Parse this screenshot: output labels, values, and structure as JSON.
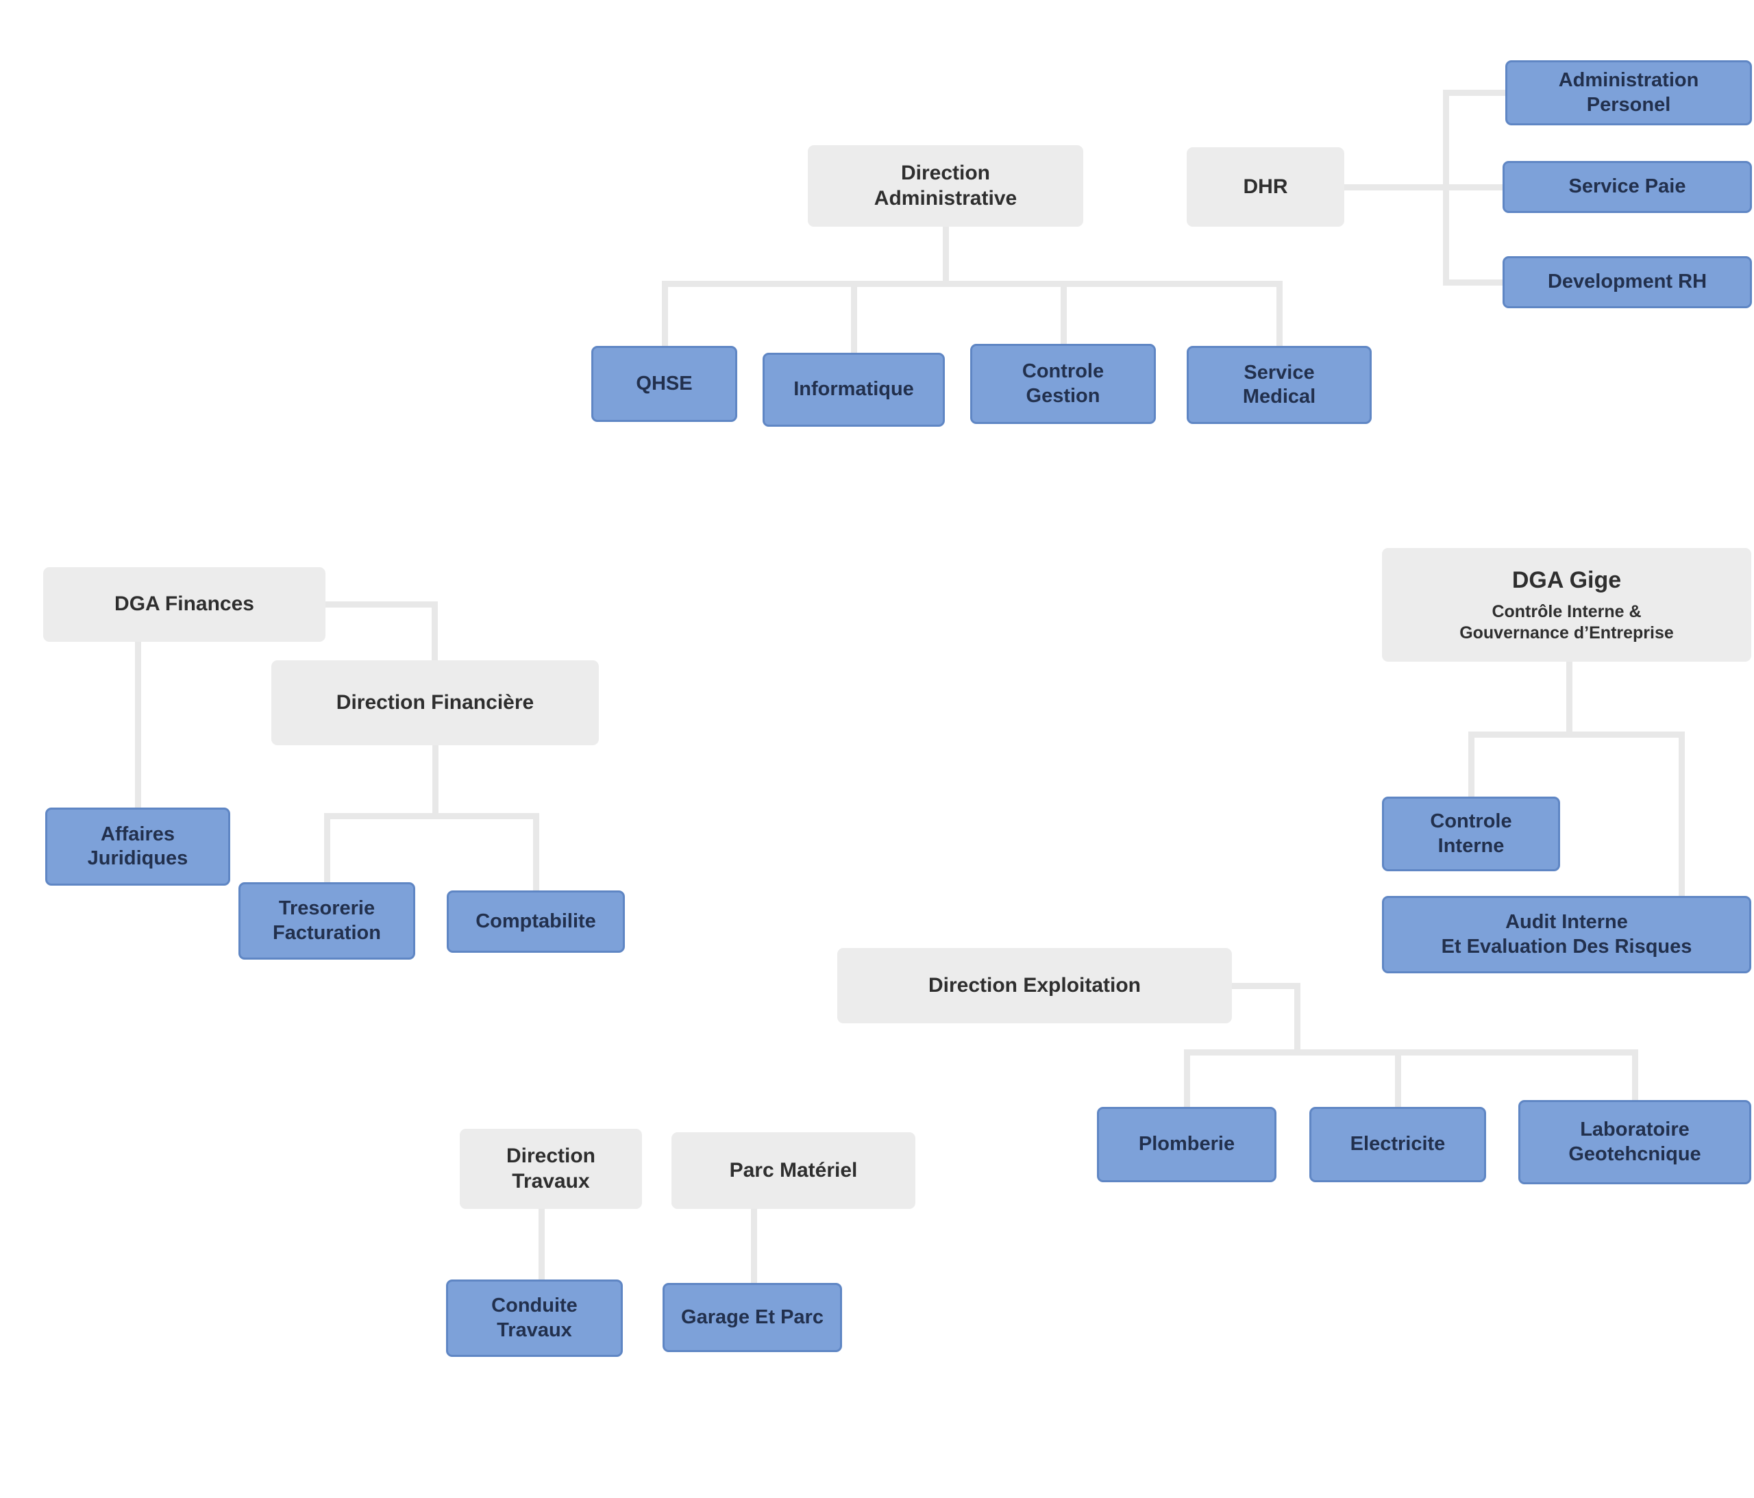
{
  "org": {
    "direction_administrative": "Direction\nAdministrative",
    "dhr": "DHR",
    "administration_personel": "Administration\nPersonel",
    "service_paie": "Service Paie",
    "development_rh": "Development RH",
    "qhse": "QHSE",
    "informatique": "Informatique",
    "controle_gestion": "Controle\nGestion",
    "service_medical": "Service\nMedical",
    "dga_finances": "DGA Finances",
    "direction_financiere": "Direction Financière",
    "affaires_juridiques": "Affaires\nJuridiques",
    "tresorerie_facturation": "Tresorerie\nFacturation",
    "comptabilite": "Comptabilite",
    "dga_gige_title": "DGA Gige",
    "dga_gige_subtitle": "Contrôle Interne &\nGouvernance d’Entreprise",
    "controle_interne": "Controle\nInterne",
    "audit_interne": "Audit Interne\nEt Evaluation Des Risques",
    "direction_exploitation": "Direction Exploitation",
    "plomberie": "Plomberie",
    "electricite": "Electricite",
    "laboratoire_geotechnique": "Laboratoire\nGeotehcnique",
    "direction_travaux": "Direction\nTravaux",
    "parc_materiel": "Parc Matériel",
    "conduite_travaux": "Conduite\nTravaux",
    "garage_et_parc": "Garage Et Parc"
  },
  "colors": {
    "node_blue": "#7da1d9",
    "node_blue_border": "#5f86c4",
    "node_gray": "#ececec",
    "connector": "#e8e8e8",
    "text_dark": "#2e2e2e",
    "text_navy": "#22304d",
    "background": "#ffffff"
  }
}
